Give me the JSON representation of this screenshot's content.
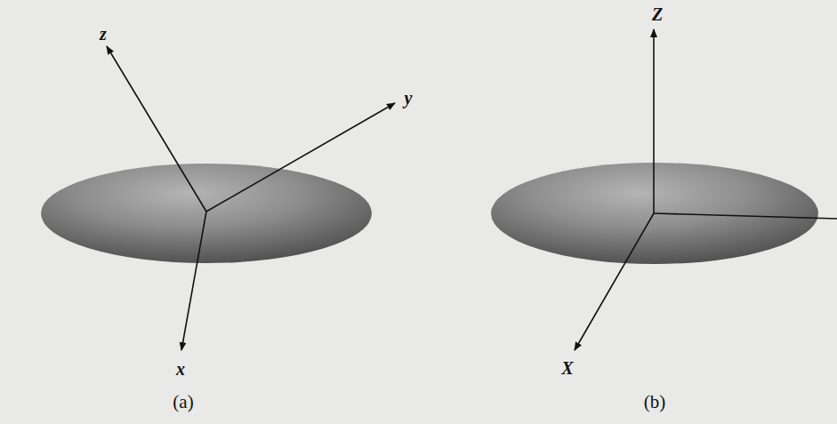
{
  "diagram": {
    "labels": [
      "z",
      "y",
      "x",
      "(a)",
      "Z",
      "X",
      "(b)"
    ]
  }
}
